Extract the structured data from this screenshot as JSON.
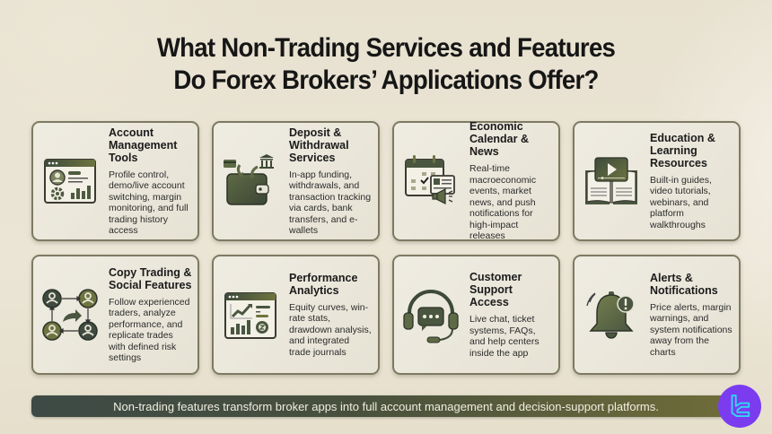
{
  "header": {
    "title_line1": "What Non-Trading Services and Features",
    "title_line2": "Do Forex Brokers’ Applications Offer?"
  },
  "cards": [
    {
      "icon": "account-dashboard-icon",
      "title": "Account Management Tools",
      "description": "Profile control, demo/live account switching, margin monitoring, and full trading history access"
    },
    {
      "icon": "wallet-deposit-icon",
      "title": "Deposit & Withdrawal Services",
      "description": "In-app funding, withdrawals, and transaction tracking via cards, bank transfers, and e-wallets"
    },
    {
      "icon": "calendar-news-icon",
      "title": "Economic Calendar & News",
      "description": "Real-time macroeconomic events, market news, and push notifications for high-impact releases"
    },
    {
      "icon": "book-video-icon",
      "title": "Education & Learning Resources",
      "description": "Built-in guides, video tutorials, webinars, and platform walkthroughs"
    },
    {
      "icon": "copy-trading-network-icon",
      "title": "Copy Trading & Social Features",
      "description": "Follow experienced traders, analyze performance, and replicate trades with defined risk settings"
    },
    {
      "icon": "analytics-dashboard-icon",
      "title": "Performance Analytics",
      "description": "Equity curves, win-rate stats, drawdown analysis, and integrated trade journals"
    },
    {
      "icon": "headset-chat-icon",
      "title": "Customer Support Access",
      "description": "Live chat, ticket systems, FAQs, and help centers inside the app"
    },
    {
      "icon": "bell-alert-icon",
      "title": "Alerts & Notifications",
      "description": "Price alerts, margin warnings, and system notifications away from the charts"
    }
  ],
  "footer": {
    "text": "Non-trading features transform broker apps into full account management and decision-support platforms."
  },
  "colors": {
    "accent_olive": "#5a6640",
    "dark_green": "#3d4a45",
    "logo_purple": "#7b3cf0",
    "logo_cyan": "#2fd8f5"
  }
}
